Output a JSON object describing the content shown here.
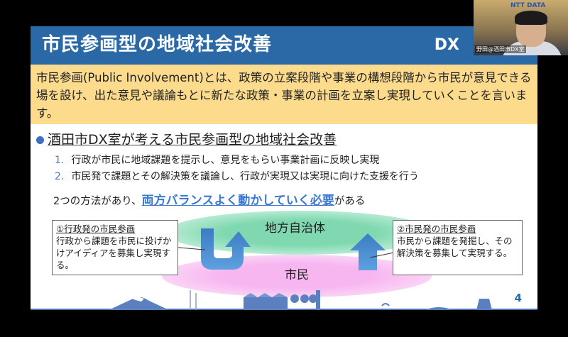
{
  "slide": {
    "title": "市民参画型の地域社会改善",
    "logo": "DX",
    "intro": "市民参画(Public Involvement)とは、政策の立案段階や事業の構想段階から市民が意見できる場を設け、出た意見や議論もとに新たな政策・事業の計画を立案し実現していくことを言います。",
    "heading": "酒田市DX室が考える市民参画型の地域社会改善",
    "items": [
      {
        "num": "1.",
        "text": "行政が市民に地域課題を提示し、意見をもらい事業計画に反映し実現"
      },
      {
        "num": "2.",
        "text": "市民発で課題とその解決策を議論し、行政が実現又は実現に向けた支援を行う"
      }
    ],
    "methods": {
      "pre": "2つの方法があり、",
      "highlight": "両方バランスよく動かしていく必要",
      "post": "がある"
    },
    "government": "地方自治体",
    "citizens": "市民",
    "box_left": {
      "title": "①行政発の市民参画",
      "body": "行政から課題を市民に投げかけアイディアを募集し実現する。"
    },
    "box_right": {
      "title": "②市民発の市民参画",
      "body": "市民から課題を発掘し、その解決策を募集して実現する。"
    },
    "page_number": "4"
  },
  "webcam": {
    "name": "野田@酒田市DX室",
    "background_logo": "NTT DATA"
  }
}
